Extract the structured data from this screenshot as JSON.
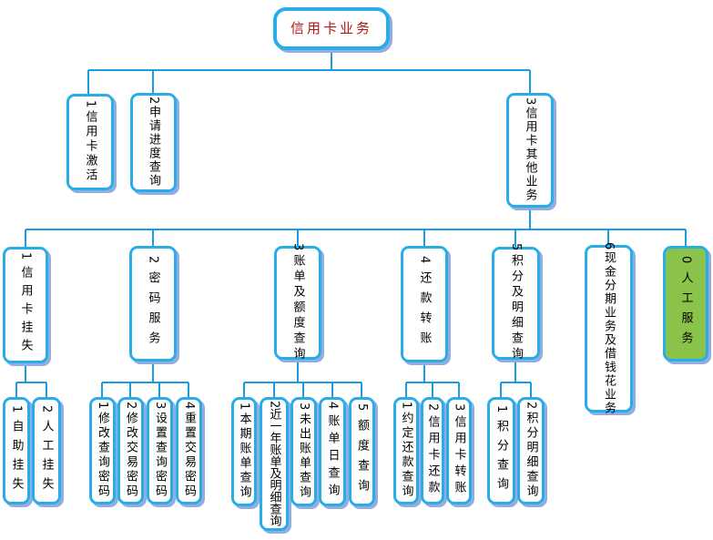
{
  "colors": {
    "connector": "#1b9de2",
    "node_border": "#29ade8",
    "node_shadow": "#93aede",
    "node_background": "#ffffff",
    "highlight_background": "#8bc34a",
    "node_text": "#000000",
    "title_text": "#b01815"
  },
  "tree": {
    "label": "信用卡业务",
    "children": [
      {
        "label": "1信用卡激活",
        "children": []
      },
      {
        "label": "2申请进度查询",
        "children": []
      },
      {
        "label": "3信用卡其他业务",
        "children": [
          {
            "label": "1信用卡挂失",
            "children": [
              {
                "label": "1自助挂失"
              },
              {
                "label": "2人工挂失"
              }
            ]
          },
          {
            "label": "2密码服务",
            "children": [
              {
                "label": "1修改查询密码"
              },
              {
                "label": "2修改交易密码"
              },
              {
                "label": "3设置查询密码"
              },
              {
                "label": "4重置交易密码"
              }
            ]
          },
          {
            "label": "3账单及额度查询",
            "children": [
              {
                "label": "1本期账单查询"
              },
              {
                "label": "2近一年账单及明细查询"
              },
              {
                "label": "3未出账单查询"
              },
              {
                "label": "4账单日查询"
              },
              {
                "label": "5额度查询"
              }
            ]
          },
          {
            "label": "4还款转账",
            "children": [
              {
                "label": "1约定还款查询"
              },
              {
                "label": "2信用卡还款"
              },
              {
                "label": "3信用卡转账"
              }
            ]
          },
          {
            "label": "5积分及明细查询",
            "children": [
              {
                "label": "1积分查询"
              },
              {
                "label": "2积分明细查询"
              }
            ]
          },
          {
            "label": "6现金分期业务及借钱花业务",
            "children": []
          },
          {
            "label": "0人工服务",
            "highlight": true,
            "children": []
          }
        ]
      }
    ]
  }
}
